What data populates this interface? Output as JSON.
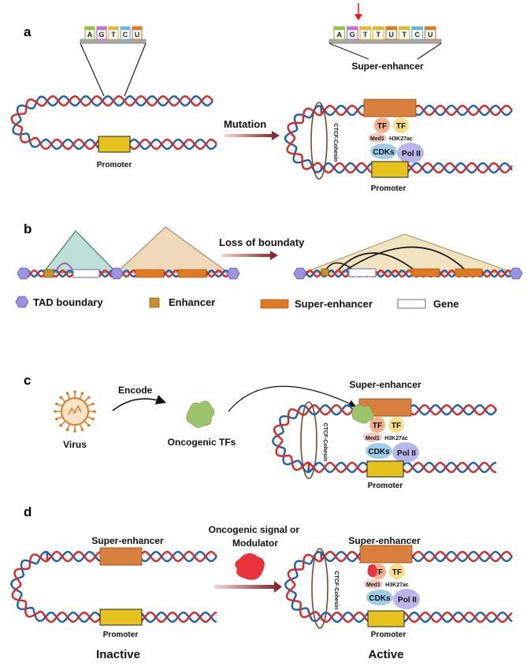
{
  "panels": {
    "a": {
      "letter": "a",
      "seq_normal": [
        "A",
        "G",
        "T",
        "C",
        "U"
      ],
      "seq_mutant": [
        "A",
        "G",
        "T",
        "T",
        "U",
        "T",
        "C",
        "U"
      ],
      "super_enhancer": "Super-enhancer",
      "promoter_left": "Promoter",
      "promoter_right": "Promoter",
      "arrow_label": "Mutation",
      "tf1": "TF",
      "tf2": "TF",
      "med1": "Med1",
      "h3k27ac": "H3K27ac",
      "cdks": "CDKs",
      "pol2": "Pol II",
      "ctcf": "CTCF-Cohesin"
    },
    "b": {
      "letter": "b",
      "arrow_label": "Loss of boundaty",
      "legend": {
        "tad": "TAD boundary",
        "enhancer": "Enhancer",
        "super_enhancer": "Super-enhancer",
        "gene": "Gene"
      }
    },
    "c": {
      "letter": "c",
      "virus": "Virus",
      "encode": "Encode",
      "oncogenic_tfs": "Oncogenic TFs",
      "super_enhancer": "Super-enhancer",
      "promoter": "Promoter",
      "tf1": "TF",
      "tf2": "TF",
      "med1": "Med1",
      "h3k27ac": "H3K27ac",
      "cdks": "CDKs",
      "pol2": "Pol II",
      "ctcf": "CTCF-Cohesin"
    },
    "d": {
      "letter": "d",
      "super_enhancer_left": "Super-enhancer",
      "promoter_left": "Promoter",
      "signal_label": "Oncogenic signal or Modulator",
      "super_enhancer_right": "Super-enhancer",
      "promoter_right": "Promoter",
      "tf1": "TF",
      "tf2": "TF",
      "med1": "Med1",
      "h3k27ac": "H3K27ac",
      "cdks": "CDKs",
      "pol2": "Pol II",
      "ctcf": "CTCF-Cohesin",
      "inactive": "Inactive",
      "active": "Active"
    }
  },
  "colors": {
    "strand_red": "#d42a2a",
    "strand_blue": "#1f5fb0",
    "promoter_fill": "#e6c21f",
    "super_enhancer_fill": "#d9803f",
    "enhancer_fill": "#c9922a",
    "tad_green": "#bfe0d6",
    "tad_tan": "#f0d9b8",
    "tad_big": "#f1e3bf",
    "tf_fill": "#f3b08a",
    "cdk_fill": "#9ecde9",
    "pol_fill": "#b9b6ea",
    "boundary_fill": "#9b94e3",
    "arrow_dark": "#8a2a2f",
    "oncoprotein": "#e8343a",
    "onco_tf": "#9cc46a",
    "nucleotides": [
      "#8dc63f",
      "#c86cc4",
      "#e0b92e",
      "#69b6e0",
      "#e2781e"
    ]
  }
}
